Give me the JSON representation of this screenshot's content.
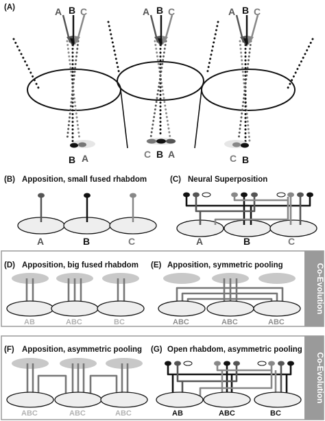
{
  "panel_a": {
    "tag": "(A)",
    "top_labels": [
      {
        "a": "A",
        "b": "B",
        "c": "C"
      },
      {
        "a": "A",
        "b": "B",
        "c": "C"
      },
      {
        "a": "A",
        "b": "B",
        "c": "C"
      }
    ],
    "bottom_labels": [
      {
        "l1": "B",
        "l2": "A"
      },
      {
        "l1": "C",
        "l2": "B",
        "l3": "A"
      },
      {
        "l1": "C",
        "l2": "B"
      }
    ]
  },
  "panel_b": {
    "tag": "(B)",
    "title": "Apposition, small fused rhabdom",
    "labels": [
      "A",
      "B",
      "C"
    ]
  },
  "panel_c": {
    "tag": "(C)",
    "title": "Neural Superposition",
    "labels": [
      "A",
      "B",
      "C"
    ]
  },
  "panel_d": {
    "tag": "(D)",
    "title": "Apposition, big fused rhabdom",
    "labels": [
      "AB",
      "ABC",
      "BC"
    ]
  },
  "panel_e": {
    "tag": "(E)",
    "title": "Apposition, symmetric pooling",
    "labels": [
      "ABC",
      "ABC",
      "ABC"
    ]
  },
  "panel_f": {
    "tag": "(F)",
    "title": "Apposition, asymmetric pooling",
    "labels": [
      "ABC",
      "ABC",
      "ABC"
    ]
  },
  "panel_g": {
    "tag": "(G)",
    "title": "Open rhabdom, asymmetric pooling",
    "labels": [
      "AB",
      "ABC",
      "BC"
    ]
  },
  "side_label": "Co-Evolution",
  "colors": {
    "dark": "#111111",
    "mid": "#555555",
    "light": "#8a8a8a",
    "pale": "#c8c8c8",
    "band": "#9a9a9a"
  }
}
